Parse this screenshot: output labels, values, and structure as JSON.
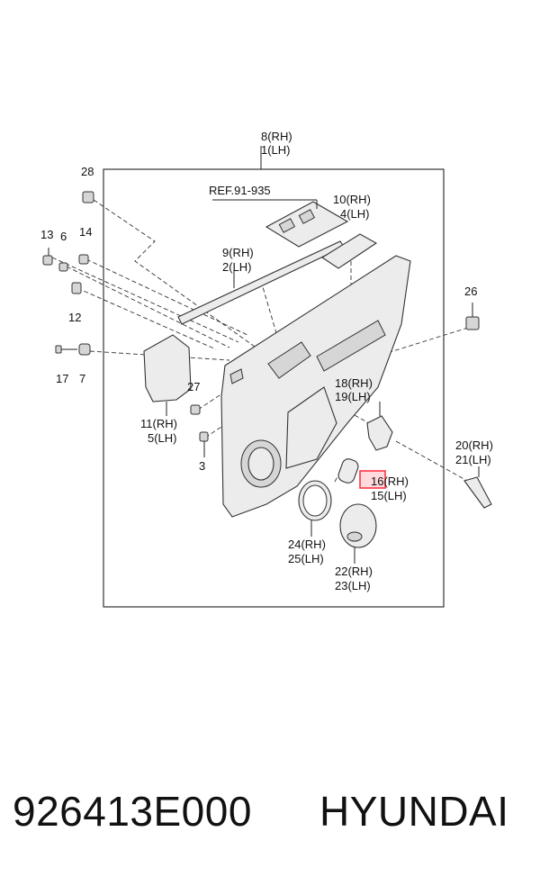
{
  "diagram": {
    "ref": "REF.91-935",
    "labels": {
      "l8": "8(RH)",
      "l1": "1(LH)",
      "l28": "28",
      "l13": "13",
      "l6": "6",
      "l14": "14",
      "l12": "12",
      "l17": "17",
      "l7": "7",
      "l9": "9(RH)",
      "l2": "2(LH)",
      "l10": "10(RH)",
      "l4": "4(LH)",
      "l26": "26",
      "l11": "11(RH)",
      "l5": "5(LH)",
      "l27": "27",
      "l3": "3",
      "l18": "18(RH)",
      "l19": "19(LH)",
      "l16": "16(RH)",
      "l15": "15(LH)",
      "l20": "20(RH)",
      "l21": "21(LH)",
      "l24": "24(RH)",
      "l25": "25(LH)",
      "l22": "22(RH)",
      "l23": "23(LH)"
    }
  },
  "footer": {
    "part_number": "926413E000",
    "brand": "HYUNDAI"
  }
}
